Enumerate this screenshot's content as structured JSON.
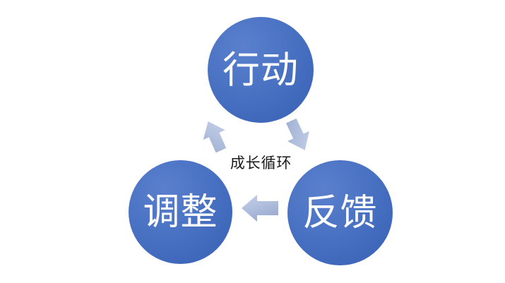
{
  "diagram": {
    "type": "cycle",
    "center_caption": "成长循环",
    "background_color": "#ffffff",
    "node_color": "#4472C4",
    "node_text_color": "#ffffff",
    "arrow_color": "#b4c2de",
    "caption_color": "#1a1a1a",
    "nodes": [
      {
        "id": "action",
        "label": "行动",
        "position": "top"
      },
      {
        "id": "feedback",
        "label": "反馈",
        "position": "bottom-right"
      },
      {
        "id": "adjust",
        "label": "调整",
        "position": "bottom-left"
      }
    ],
    "arrows": [
      {
        "id": "action-to-feedback",
        "from": "行动",
        "to": "反馈",
        "icon": "arrow-down-right-icon"
      },
      {
        "id": "feedback-to-adjust",
        "from": "反馈",
        "to": "调整",
        "icon": "arrow-left-icon"
      },
      {
        "id": "adjust-to-action",
        "from": "调整",
        "to": "行动",
        "icon": "arrow-up-right-icon"
      }
    ]
  }
}
